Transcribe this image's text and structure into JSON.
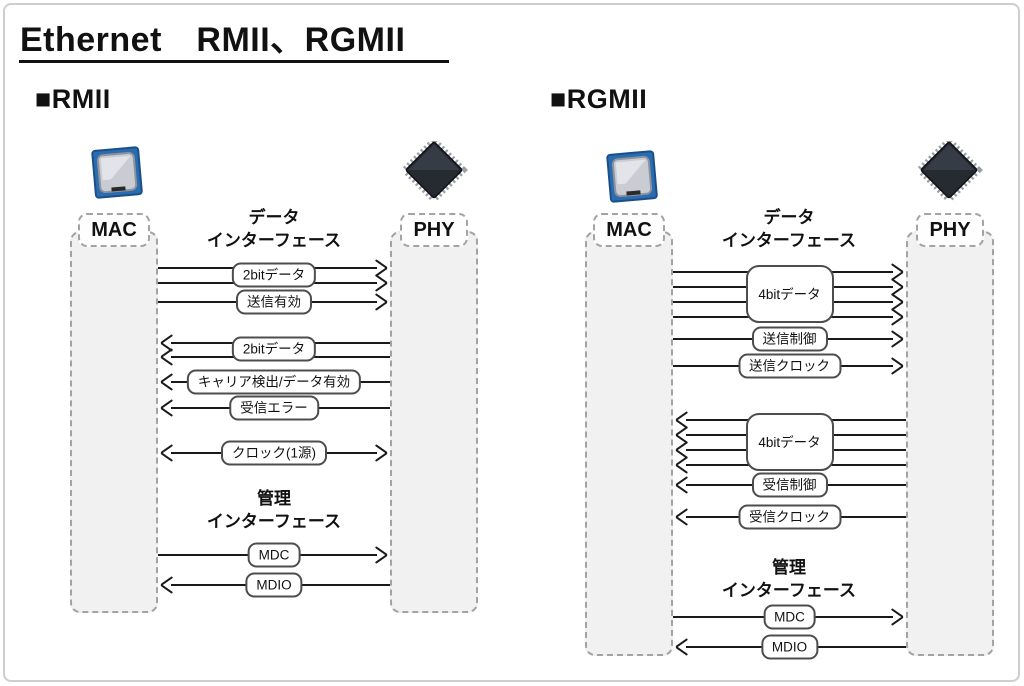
{
  "page": {
    "title": "Ethernet　RMII、RGMII"
  },
  "colors": {
    "line": "#1a1a1a",
    "column_fill": "#f1f1f2",
    "dashed_border": "#a3a3a3",
    "label_border": "#4d4d4d",
    "cpu_blue": "#2b6cb0",
    "ic_dark": "#262a31"
  },
  "icons": {
    "mac": "cpu-chip-icon",
    "phy": "ic-chip-icon"
  },
  "rmii": {
    "section_label": "■RMII",
    "mac_label": "MAC",
    "phy_label": "PHY",
    "data_heading": [
      "データ",
      "インターフェース"
    ],
    "mgmt_heading": [
      "管理",
      "インターフェース"
    ],
    "signals": [
      {
        "label": "2bitデータ",
        "dir": "right",
        "lines": 2
      },
      {
        "label": "送信有効",
        "dir": "right",
        "lines": 1
      },
      {
        "label": "2bitデータ",
        "dir": "left",
        "lines": 2
      },
      {
        "label": "キャリア検出/データ有効",
        "dir": "left",
        "lines": 1
      },
      {
        "label": "受信エラー",
        "dir": "left",
        "lines": 1
      },
      {
        "label": "クロック(1源)",
        "dir": "both",
        "lines": 1
      },
      {
        "label": "MDC",
        "dir": "right",
        "lines": 1
      },
      {
        "label": "MDIO",
        "dir": "left",
        "lines": 1
      }
    ]
  },
  "rgmii": {
    "section_label": "■RGMII",
    "mac_label": "MAC",
    "phy_label": "PHY",
    "data_heading": [
      "データ",
      "インターフェース"
    ],
    "mgmt_heading": [
      "管理",
      "インターフェース"
    ],
    "signals": [
      {
        "label": "4bitデータ",
        "dir": "right",
        "lines": 4
      },
      {
        "label": "送信制御",
        "dir": "right",
        "lines": 1
      },
      {
        "label": "送信クロック",
        "dir": "right",
        "lines": 1
      },
      {
        "label": "4bitデータ",
        "dir": "left",
        "lines": 4
      },
      {
        "label": "受信制御",
        "dir": "left",
        "lines": 1
      },
      {
        "label": "受信クロック",
        "dir": "left",
        "lines": 1
      },
      {
        "label": "MDC",
        "dir": "right",
        "lines": 1
      },
      {
        "label": "MDIO",
        "dir": "left",
        "lines": 1
      }
    ]
  }
}
